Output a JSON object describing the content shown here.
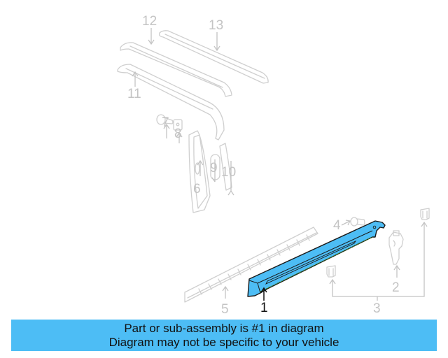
{
  "diagram": {
    "highlight_color": "#4dbdf5",
    "ghost_color": "#cfcfcf",
    "highlighted_part": "1",
    "callouts": [
      {
        "id": "1",
        "label": "1",
        "highlighted": true
      },
      {
        "id": "2",
        "label": "2",
        "highlighted": false
      },
      {
        "id": "3",
        "label": "3",
        "highlighted": false
      },
      {
        "id": "4",
        "label": "4",
        "highlighted": false
      },
      {
        "id": "5",
        "label": "5",
        "highlighted": false
      },
      {
        "id": "6",
        "label": "6",
        "highlighted": false
      },
      {
        "id": "7",
        "label": "7",
        "highlighted": false
      },
      {
        "id": "8",
        "label": "8",
        "highlighted": false
      },
      {
        "id": "9",
        "label": "9",
        "highlighted": false
      },
      {
        "id": "10",
        "label": "10",
        "highlighted": false
      },
      {
        "id": "11",
        "label": "11",
        "highlighted": false
      },
      {
        "id": "12",
        "label": "12",
        "highlighted": false
      },
      {
        "id": "13",
        "label": "13",
        "highlighted": false
      }
    ]
  },
  "banner": {
    "line1": "Part or sub-assembly is #1 in diagram",
    "line2": "Diagram may not be specific to your vehicle",
    "background": "#4dbdf5"
  }
}
